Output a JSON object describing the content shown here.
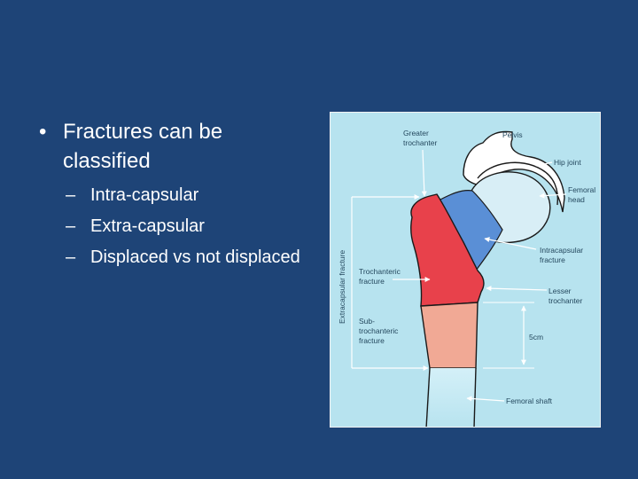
{
  "bullets": {
    "main": "Fractures can be classified",
    "items": [
      "Intra-capsular",
      "Extra-capsular",
      "Displaced vs not displaced"
    ]
  },
  "diagram": {
    "labels": {
      "greater_trochanter": [
        "Greater",
        "trochanter"
      ],
      "pelvis": "Pelvis",
      "hip_joint": "Hip joint",
      "femoral_head": [
        "Femoral",
        "head"
      ],
      "extracapsular_fracture": "Extracapsular fracture",
      "trochanteric_fracture": [
        "Trochanteric",
        "fracture"
      ],
      "intracapsular_fracture": [
        "Intracapsular",
        "fracture"
      ],
      "lesser_trochanter": [
        "Lesser",
        "trochanter"
      ],
      "subtrochanteric_fracture": [
        "Sub-",
        "trochanteric",
        "fracture"
      ],
      "distance": "5cm",
      "femoral_shaft": "Femoral shaft"
    },
    "colors": {
      "background": "#b7e3ef",
      "trochanteric_region": "#e8414b",
      "intracapsular_region": "#5a8fd6",
      "subtrochanteric_region": "#f1a995",
      "femoral_head": "#d8eef6",
      "pelvis": "#ffffff"
    }
  }
}
